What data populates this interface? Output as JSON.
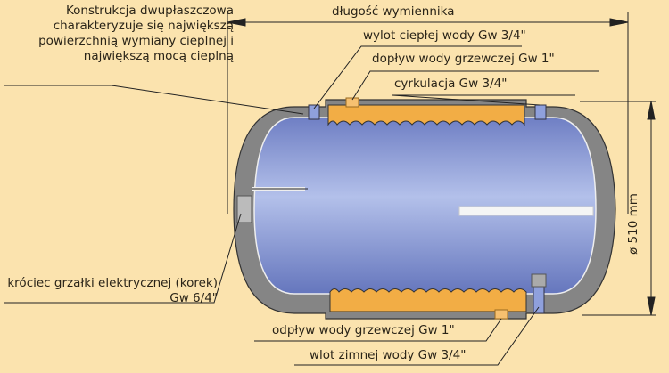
{
  "labels": {
    "description": "Konstrukcja dwupłaszczowa charakteryzuje się największą powierzchnią wymiany cieplnej i największą mocą cieplną",
    "length": "długość wymiennika",
    "hot_water_outlet": "wylot ciepłej wody Gw 3/4\"",
    "heating_water_inlet": "dopływ wody grzewczej Gw 1\"",
    "circulation": "cyrkulacja Gw 3/4\"",
    "diameter": "ø 510 mm",
    "heater_port": "króciec grzałki elektrycznej (korek) Gw 6/4\"",
    "heating_water_outlet": "odpływ wody grzewczej Gw 1\"",
    "cold_water_inlet": "wlot zimnej wody Gw 3/4\""
  },
  "colors": {
    "background": "#fbe3ae",
    "shell": "#8a8a8a",
    "tank": "#8f9fd6",
    "jacket": "#f2ad45",
    "pipe": "#8fa0dc"
  }
}
